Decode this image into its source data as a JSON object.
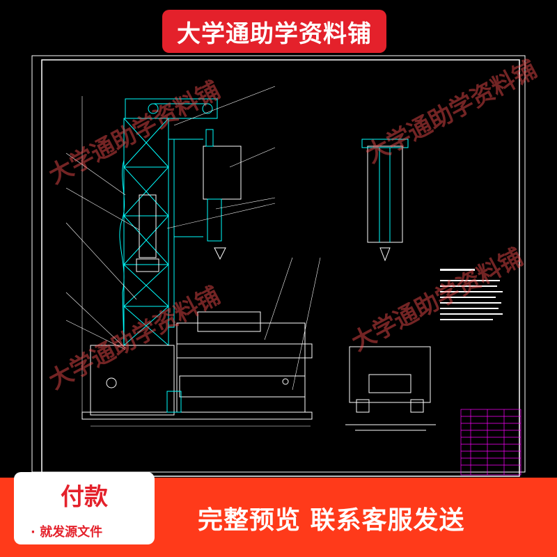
{
  "banner": {
    "title": "大学通助学资料铺"
  },
  "watermark": {
    "text": "大学通助学资料铺"
  },
  "payment": {
    "title": "付款",
    "note": "· 就发源文件"
  },
  "promo": {
    "text": "完整预览  联系客服发送"
  },
  "colors": {
    "banner_red": "#e4212b",
    "bar_orange": "#ff3a1a",
    "cad_bg": "#000000",
    "frame": "#ffffff",
    "structure": "#00ffff",
    "annotation": "#ffffff",
    "title_block": "#ff00ff"
  }
}
